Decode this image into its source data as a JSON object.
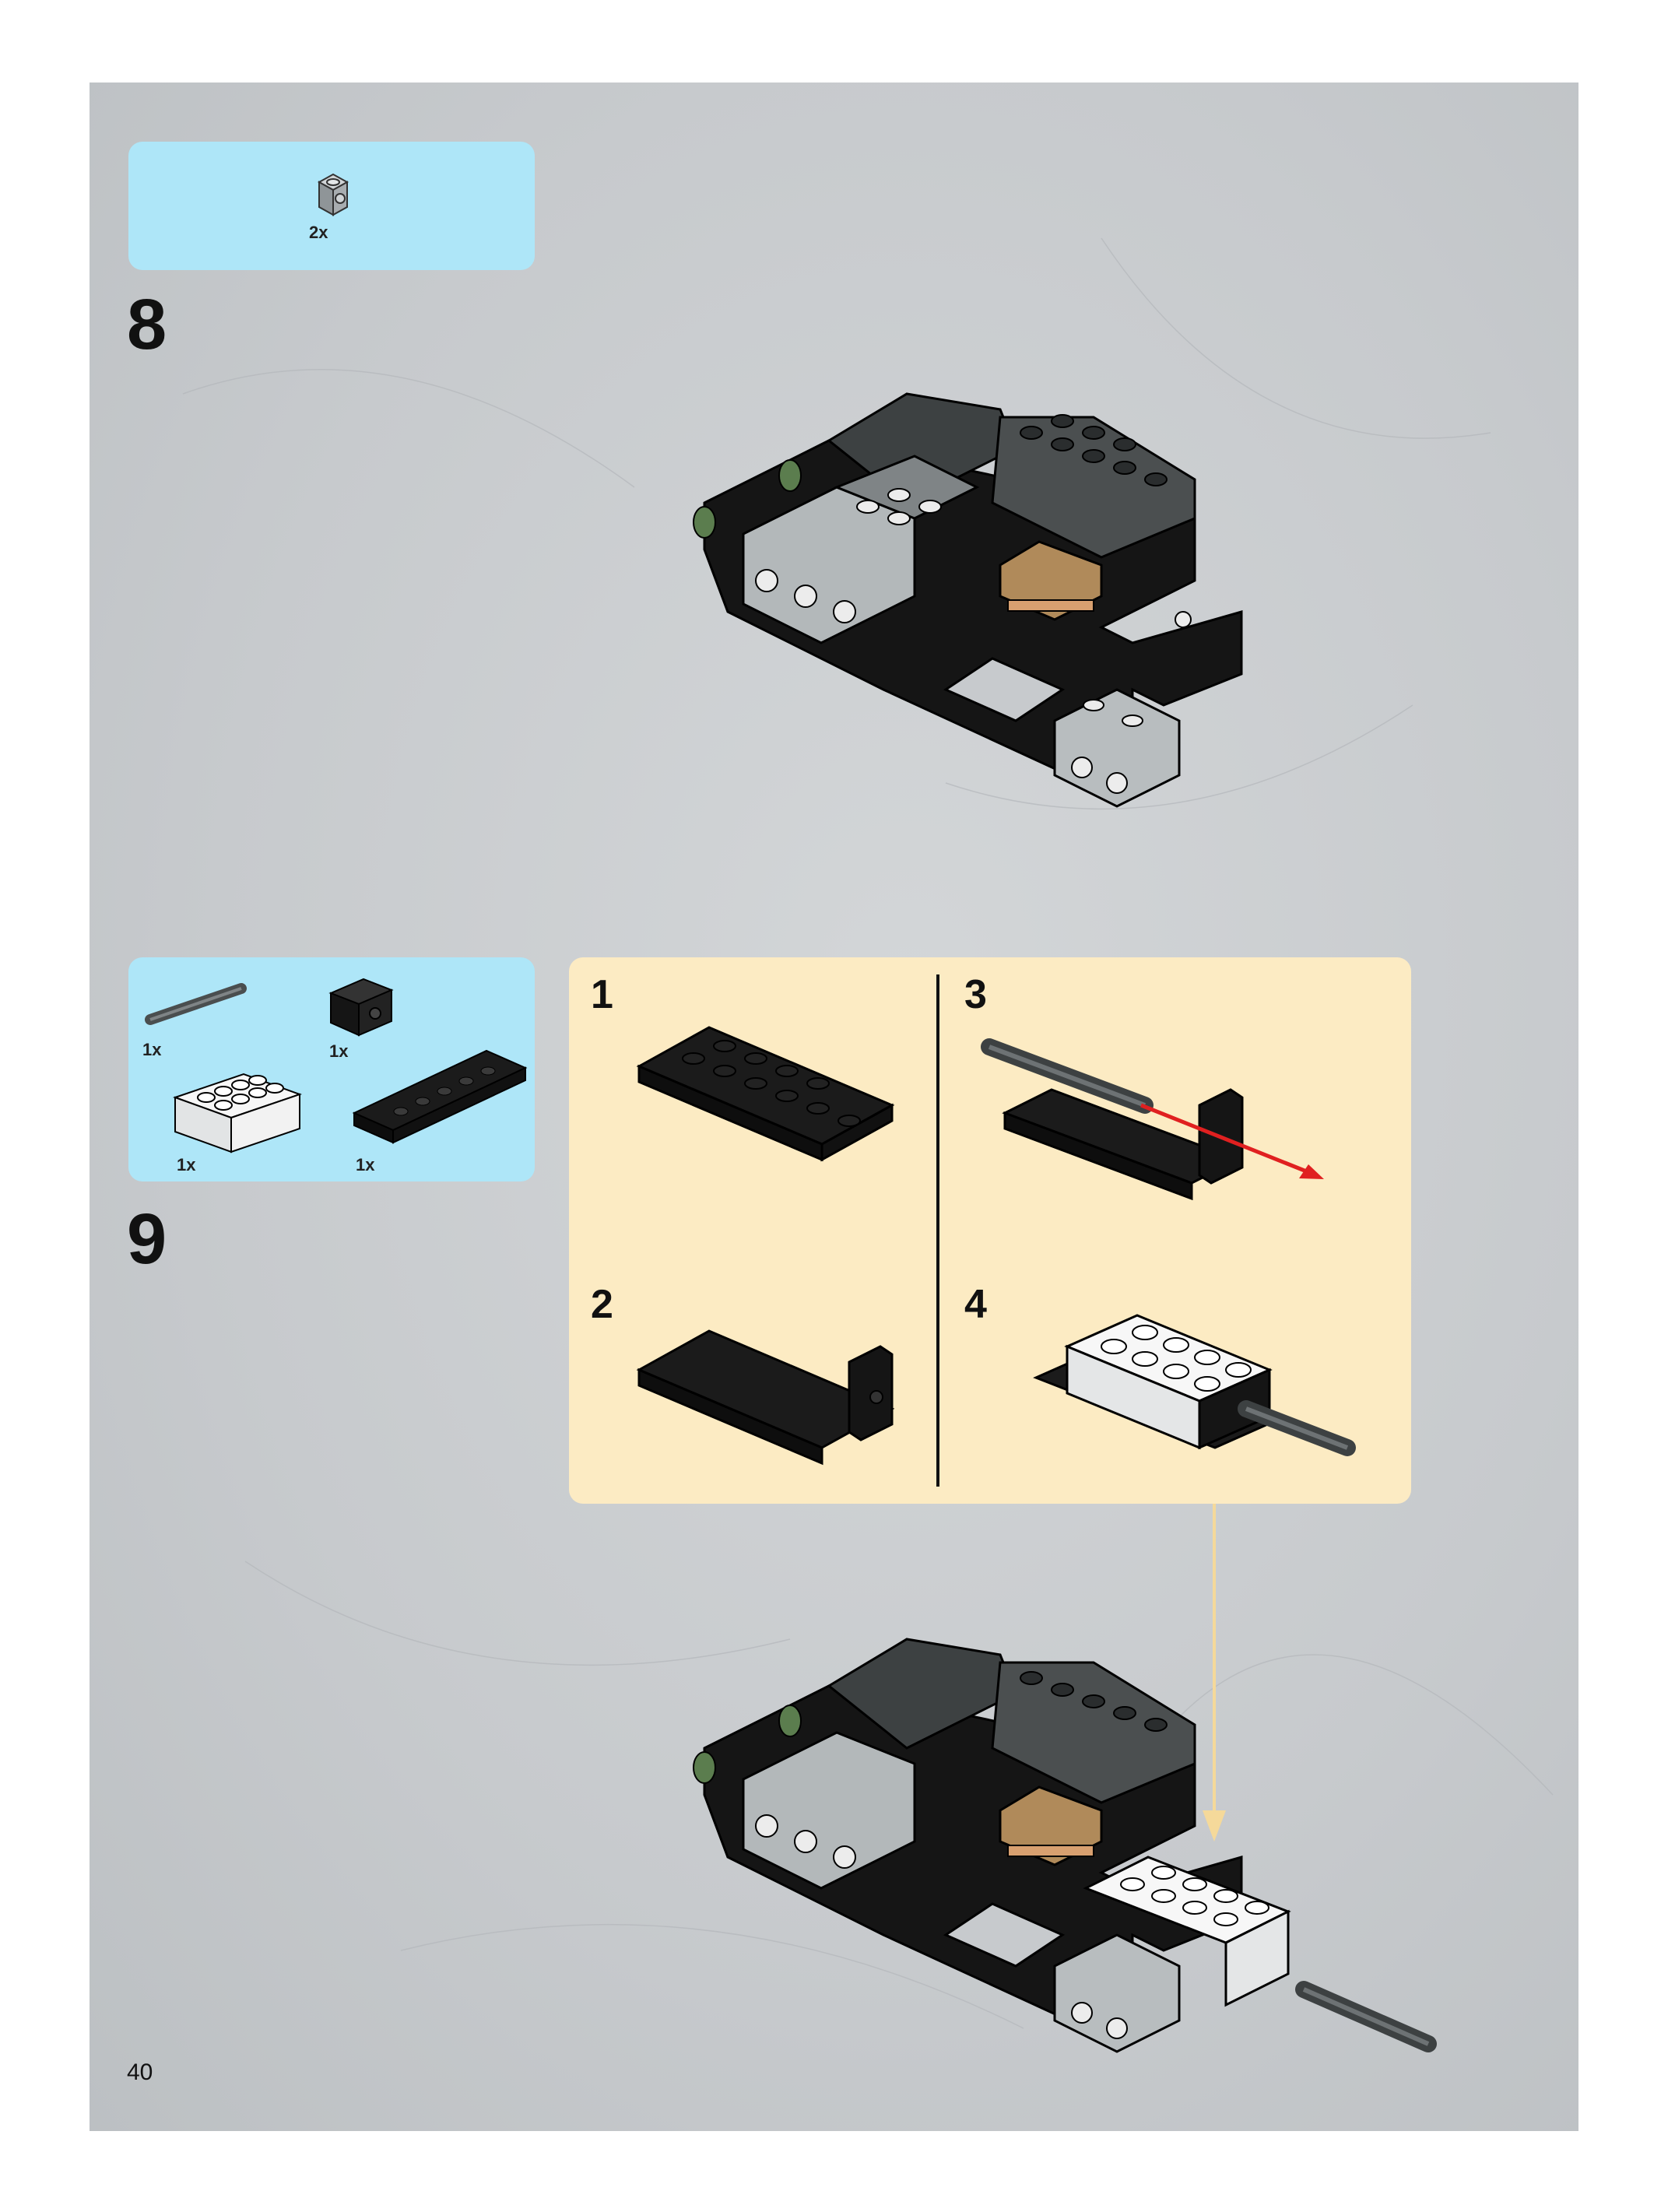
{
  "page": {
    "number": "40"
  },
  "steps": [
    {
      "number": "8",
      "parts": [
        {
          "name": "grey 1x1 brick with side stud",
          "qty": "2x",
          "icon": "brick-1x1-side-stud-icon",
          "color": "#9aa0a3"
        }
      ]
    },
    {
      "number": "9",
      "parts": [
        {
          "name": "dark grey axle",
          "qty": "1x",
          "icon": "axle-icon",
          "color": "#5a5f60"
        },
        {
          "name": "black 1x1 brick with hole",
          "qty": "1x",
          "icon": "brick-1x1-hole-icon",
          "color": "#151515"
        },
        {
          "name": "white 2x4 brick",
          "qty": "1x",
          "icon": "brick-2x4-white-icon",
          "color": "#f4f4f4"
        },
        {
          "name": "black 2x6 plate with holes",
          "qty": "1x",
          "icon": "plate-2x6-holes-icon",
          "color": "#151515"
        }
      ],
      "substeps": [
        {
          "label": "1"
        },
        {
          "label": "2"
        },
        {
          "label": "3"
        },
        {
          "label": "4"
        }
      ]
    }
  ],
  "colors": {
    "parts_box": "#aee6f8",
    "substep_panel": "#fcebc3",
    "direction_arrow": "#e02020",
    "connector_line": "#f5d99a",
    "black_brick": "#151515",
    "dark_grey": "#4a4e4f",
    "light_grey": "#b9bec0",
    "tan": "#b08a5a"
  }
}
